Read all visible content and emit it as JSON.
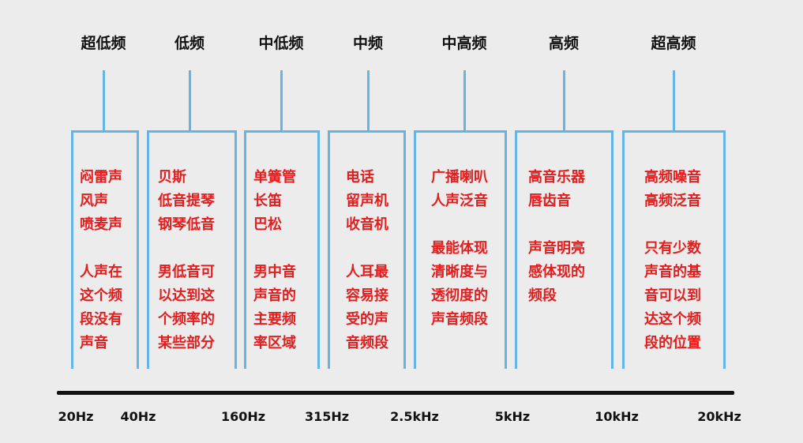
{
  "bands": [
    {
      "title": "超低频",
      "items": [
        "闷雷声",
        "风声",
        "喷麦声"
      ],
      "note": [
        "人声在",
        "这个频",
        "段没有",
        "声音"
      ]
    },
    {
      "title": "低频",
      "items": [
        "贝斯",
        "低音提琴",
        "钢琴低音"
      ],
      "note": [
        "男低音可",
        "以达到这",
        "个频率的",
        "某些部分"
      ]
    },
    {
      "title": "中低频",
      "items": [
        "单簧管",
        "长笛",
        "巴松"
      ],
      "note": [
        "男中音",
        "声音的",
        "主要频",
        "率区域"
      ]
    },
    {
      "title": "中频",
      "items": [
        "电话",
        "留声机",
        "收音机"
      ],
      "note": [
        "人耳最",
        "容易接",
        "受的声",
        "音频段"
      ]
    },
    {
      "title": "中高频",
      "items": [
        "广播喇叭",
        "人声泛音"
      ],
      "note": [
        "最能体现",
        "清晰度与",
        "透彻度的",
        "声音频段"
      ]
    },
    {
      "title": "高频",
      "items": [
        "高音乐器",
        "唇齿音"
      ],
      "note": [
        "声音明亮",
        "感体现的",
        "频段"
      ]
    },
    {
      "title": "超高频",
      "items": [
        "高频噪音",
        "高频泛音"
      ],
      "note": [
        "只有少数",
        "声音的基",
        "音可以到",
        "达这个频",
        "段的位置"
      ]
    }
  ],
  "axis_ticks": [
    "20Hz",
    "40Hz",
    "160Hz",
    "315Hz",
    "2.5kHz",
    "5kHz",
    "10kHz",
    "20kHz"
  ],
  "colors": {
    "bracket": "#64b4e8",
    "text_red": "#e21e1e",
    "background": "#ececec"
  }
}
